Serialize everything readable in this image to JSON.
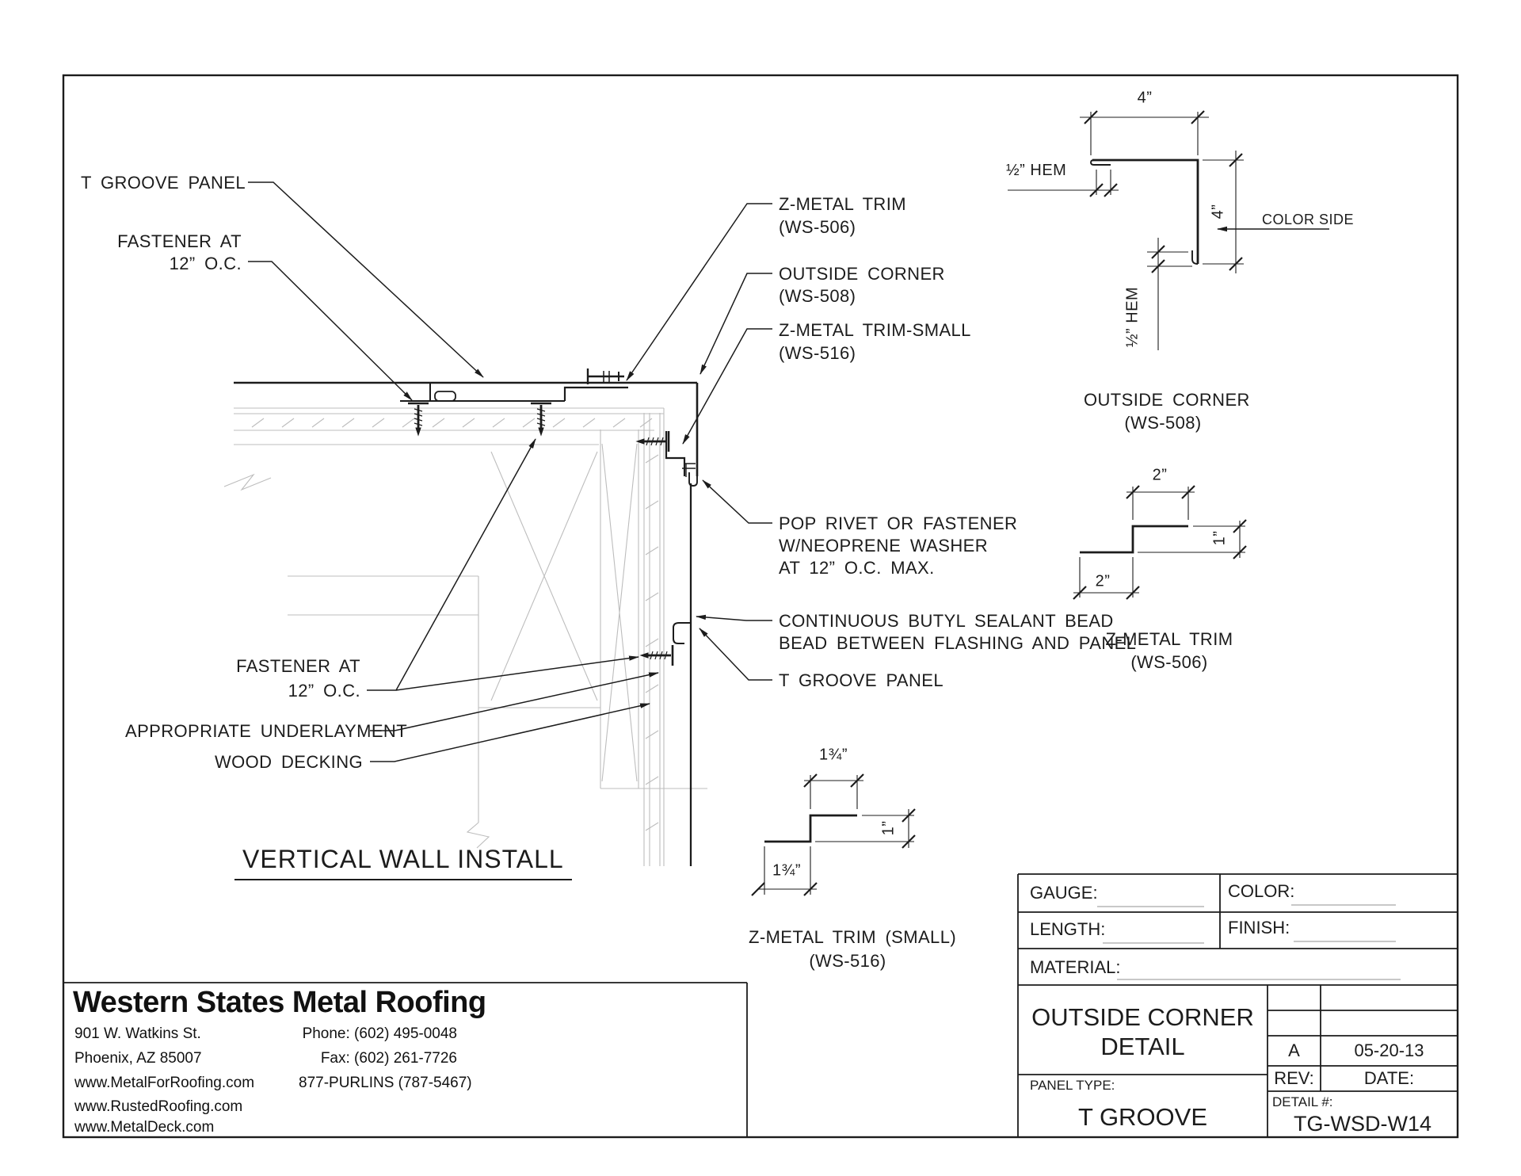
{
  "drawing": {
    "callouts": {
      "t_groove_panel_top": "T GROOVE PANEL",
      "fastener_top_1": "FASTENER AT",
      "fastener_top_2": "12” O.C.",
      "z_metal_trim_1": "Z-METAL TRIM",
      "z_metal_trim_2": "(WS-506)",
      "outside_corner_1": "OUTSIDE CORNER",
      "outside_corner_2": "(WS-508)",
      "z_metal_trim_small_1": "Z-METAL TRIM-SMALL",
      "z_metal_trim_small_2": "(WS-516)",
      "pop_rivet_1": "POP RIVET OR FASTENER",
      "pop_rivet_2": "W/NEOPRENE WASHER",
      "pop_rivet_3": "AT 12” O.C. MAX.",
      "butyl_1": "CONTINUOUS BUTYL SEALANT BEAD",
      "butyl_2": "BEAD BETWEEN FLASHING AND PANEL",
      "t_groove_panel_wall": "T GROOVE PANEL",
      "fastener_bottom_1": "FASTENER AT",
      "fastener_bottom_2": "12” O.C.",
      "appropriate_underlayment": "APPROPRIATE UNDERLAYMENT",
      "wood_decking": "WOOD DECKING",
      "view_title": "VERTICAL WALL INSTALL"
    },
    "profiles": {
      "outside_corner": {
        "label1": "OUTSIDE CORNER",
        "label2": "(WS-508)",
        "dim_top": "4”",
        "dim_side": "4”",
        "dim_hem_top": "½” HEM",
        "dim_hem_bottom": "½” HEM",
        "color_side": "COLOR SIDE"
      },
      "z_metal_trim": {
        "label1": "Z-METAL TRIM",
        "label2": "(WS-506)",
        "dim_top": "2”",
        "dim_side": "1”",
        "dim_bottom": "2”"
      },
      "z_metal_trim_small": {
        "label1": "Z-METAL TRIM (SMALL)",
        "label2": "(WS-516)",
        "dim_top": "1¾”",
        "dim_side": "1”",
        "dim_bottom": "1¾”"
      }
    }
  },
  "title_block": {
    "gauge_label": "GAUGE:",
    "color_label": "COLOR:",
    "length_label": "LENGTH:",
    "finish_label": "FINISH:",
    "material_label": "MATERIAL:",
    "title_1": "OUTSIDE CORNER",
    "title_2": "DETAIL",
    "panel_type_label": "PANEL TYPE:",
    "panel_type": "T GROOVE",
    "rev_value": "A",
    "date_value": "05-20-13",
    "rev_label": "REV:",
    "date_label": "DATE:",
    "detail_label": "DETAIL #:",
    "detail_number": "TG-WSD-W14"
  },
  "company": {
    "name": "Western States Metal Roofing",
    "address_1": "901 W. Watkins St.",
    "address_2": "Phoenix, AZ 85007",
    "website_1": "www.MetalForRoofing.com",
    "website_2": "www.RustedRoofing.com",
    "website_3": "www.MetalDeck.com",
    "phone": "Phone: (602) 495-0048",
    "fax": "Fax: (602) 261-7726",
    "tollfree": "877-PURLINS (787-5467)"
  }
}
